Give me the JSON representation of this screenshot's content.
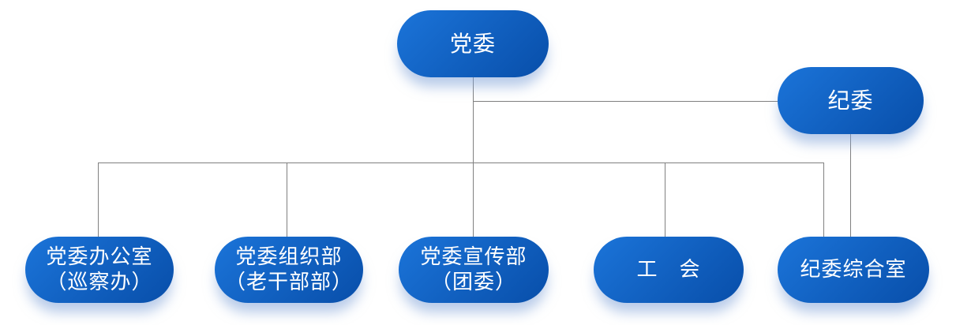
{
  "diagram": {
    "type": "org-chart",
    "root": {
      "label": "党委"
    },
    "secondary": {
      "label": "纪委"
    },
    "children": [
      {
        "label": "党委办公室\n（巡察办）"
      },
      {
        "label": "党委组织部\n（老干部部）"
      },
      {
        "label": "党委宣传部\n（团委）"
      },
      {
        "label": "工　会"
      },
      {
        "label": "纪委综合室"
      }
    ],
    "colors": {
      "fill_start": "#1b74d9",
      "fill_end": "#0a52ae",
      "text": "#ffffff",
      "connector": "#808080"
    }
  }
}
